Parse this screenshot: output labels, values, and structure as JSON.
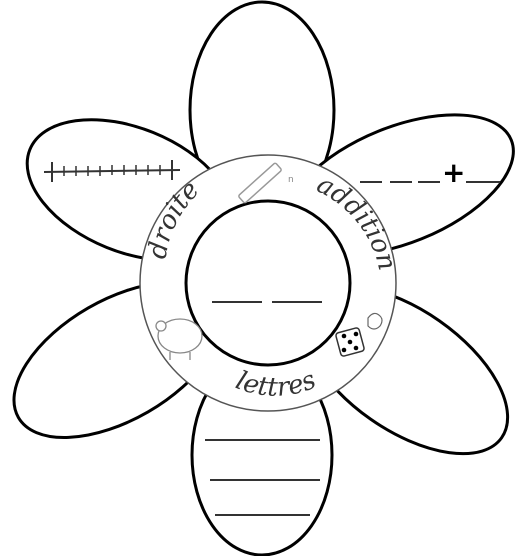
{
  "worksheet": {
    "labels": {
      "top_left": "droite",
      "top_right": "addition",
      "bottom": "lettres"
    },
    "plus_sign": "+",
    "pencil_mark": "n"
  },
  "colors": {
    "outline": "#000000",
    "ring_stroke": "#555555",
    "text": "#333333",
    "background": "#ffffff"
  },
  "icons": {
    "ruler": "ruler-icon",
    "pig": "pig-icon",
    "dice_hand": "dice-hand-icon"
  }
}
